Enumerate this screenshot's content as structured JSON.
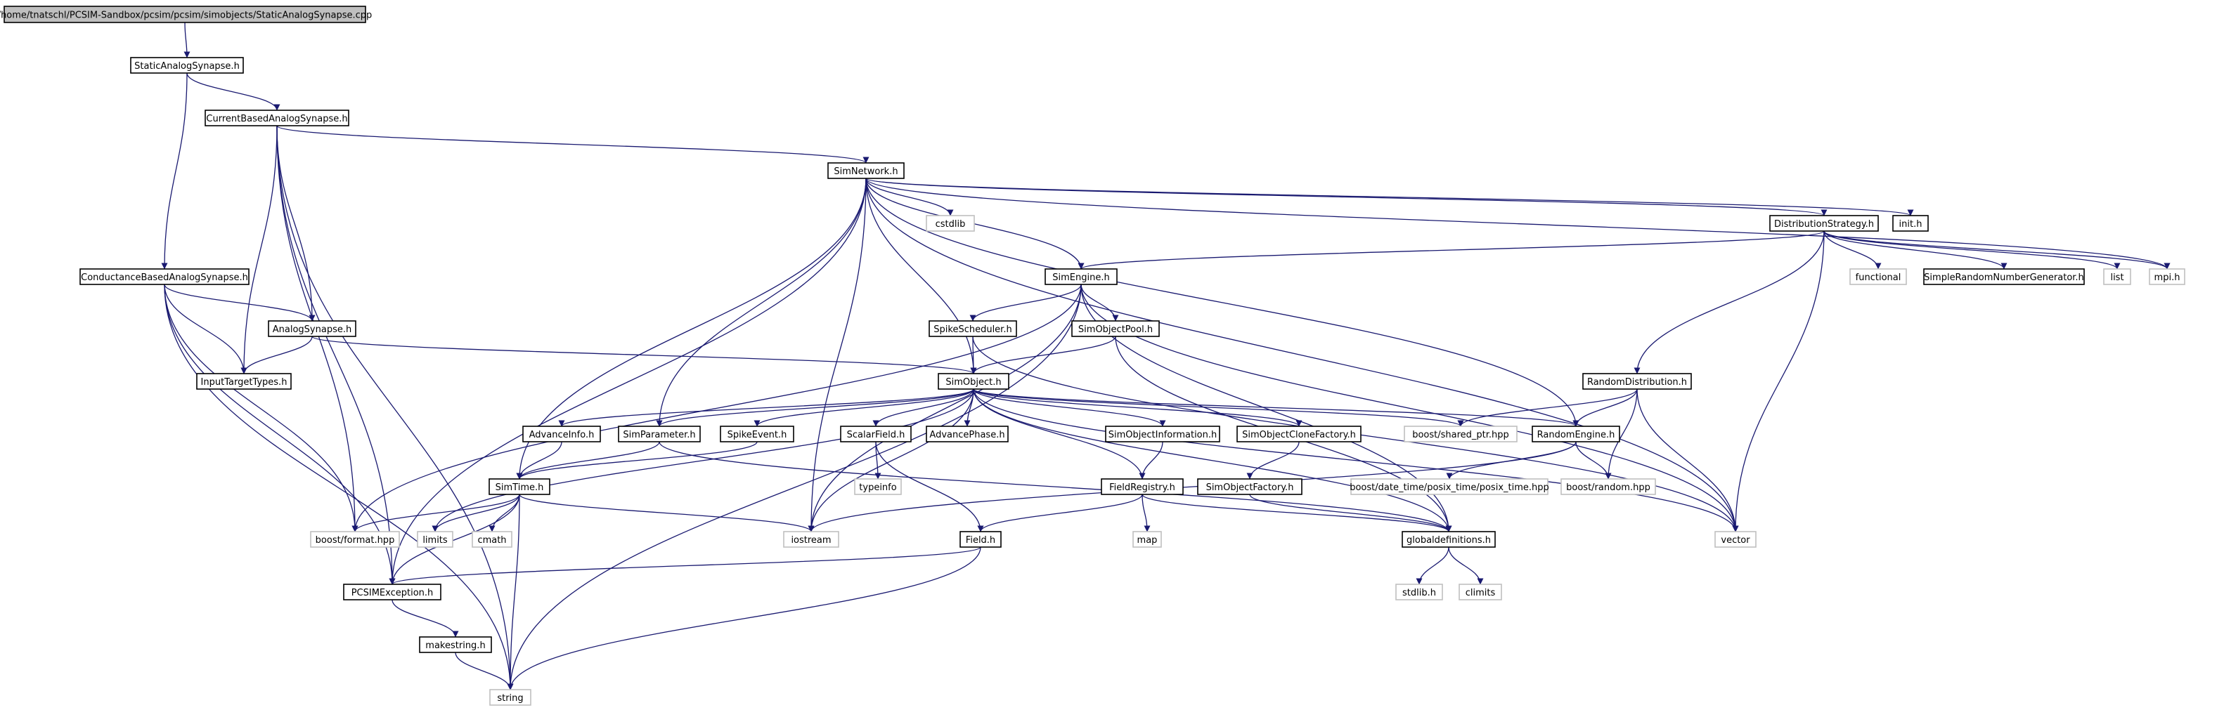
{
  "diagram": {
    "nodes": [
      {
        "id": "root",
        "label": "/home/tnatschl/PCSIM-Sandbox/pcsim/pcsim/simobjects/StaticAnalogSynapse.cpp",
        "kind": "root"
      },
      {
        "id": "static_analog_synapse_h",
        "label": "StaticAnalogSynapse.h",
        "kind": "local"
      },
      {
        "id": "current_based_analog_synapse_h",
        "label": "CurrentBasedAnalogSynapse.h",
        "kind": "local"
      },
      {
        "id": "conductance_based_analog_synapse_h",
        "label": "ConductanceBasedAnalogSynapse.h",
        "kind": "local"
      },
      {
        "id": "analog_synapse_h",
        "label": "AnalogSynapse.h",
        "kind": "local"
      },
      {
        "id": "input_target_types_h",
        "label": "InputTargetTypes.h",
        "kind": "local"
      },
      {
        "id": "sim_network_h",
        "label": "SimNetwork.h",
        "kind": "local"
      },
      {
        "id": "cstdlib",
        "label": "cstdlib",
        "kind": "system"
      },
      {
        "id": "distribution_strategy_h",
        "label": "DistributionStrategy.h",
        "kind": "local"
      },
      {
        "id": "init_h",
        "label": "init.h",
        "kind": "local"
      },
      {
        "id": "sim_engine_h",
        "label": "SimEngine.h",
        "kind": "local"
      },
      {
        "id": "functional",
        "label": "functional",
        "kind": "system"
      },
      {
        "id": "simple_rng_h",
        "label": "SimpleRandomNumberGenerator.h",
        "kind": "local"
      },
      {
        "id": "list",
        "label": "list",
        "kind": "system"
      },
      {
        "id": "mpi_h",
        "label": "mpi.h",
        "kind": "system"
      },
      {
        "id": "spike_scheduler_h",
        "label": "SpikeScheduler.h",
        "kind": "local"
      },
      {
        "id": "sim_object_pool_h",
        "label": "SimObjectPool.h",
        "kind": "local"
      },
      {
        "id": "sim_object_h",
        "label": "SimObject.h",
        "kind": "local"
      },
      {
        "id": "random_distribution_h",
        "label": "RandomDistribution.h",
        "kind": "local"
      },
      {
        "id": "advance_info_h",
        "label": "AdvanceInfo.h",
        "kind": "local"
      },
      {
        "id": "sim_parameter_h",
        "label": "SimParameter.h",
        "kind": "local"
      },
      {
        "id": "spike_event_h",
        "label": "SpikeEvent.h",
        "kind": "local"
      },
      {
        "id": "scalar_field_h",
        "label": "ScalarField.h",
        "kind": "local"
      },
      {
        "id": "advance_phase_h",
        "label": "AdvancePhase.h",
        "kind": "local"
      },
      {
        "id": "sim_object_information_h",
        "label": "SimObjectInformation.h",
        "kind": "local"
      },
      {
        "id": "sim_object_clone_factory_h",
        "label": "SimObjectCloneFactory.h",
        "kind": "local"
      },
      {
        "id": "boost_shared_ptr_hpp",
        "label": "boost/shared_ptr.hpp",
        "kind": "system"
      },
      {
        "id": "random_engine_h",
        "label": "RandomEngine.h",
        "kind": "local"
      },
      {
        "id": "typeinfo",
        "label": "typeinfo",
        "kind": "system"
      },
      {
        "id": "sim_time_h",
        "label": "SimTime.h",
        "kind": "local"
      },
      {
        "id": "field_registry_h",
        "label": "FieldRegistry.h",
        "kind": "local"
      },
      {
        "id": "sim_object_factory_h",
        "label": "SimObjectFactory.h",
        "kind": "local"
      },
      {
        "id": "boost_posix_time_hpp",
        "label": "boost/date_time/posix_time/posix_time.hpp",
        "kind": "system"
      },
      {
        "id": "boost_random_hpp",
        "label": "boost/random.hpp",
        "kind": "system"
      },
      {
        "id": "boost_format_hpp",
        "label": "boost/format.hpp",
        "kind": "system"
      },
      {
        "id": "limits",
        "label": "limits",
        "kind": "system"
      },
      {
        "id": "cmath",
        "label": "cmath",
        "kind": "system"
      },
      {
        "id": "iostream",
        "label": "iostream",
        "kind": "system"
      },
      {
        "id": "map",
        "label": "map",
        "kind": "system"
      },
      {
        "id": "global_definitions_h",
        "label": "globaldefinitions.h",
        "kind": "local"
      },
      {
        "id": "vector",
        "label": "vector",
        "kind": "system"
      },
      {
        "id": "field_h",
        "label": "Field.h",
        "kind": "local"
      },
      {
        "id": "pcsim_exception_h",
        "label": "PCSIMException.h",
        "kind": "local"
      },
      {
        "id": "stdlib_h",
        "label": "stdlib.h",
        "kind": "system"
      },
      {
        "id": "climits",
        "label": "climits",
        "kind": "system"
      },
      {
        "id": "makestring_h",
        "label": "makestring.h",
        "kind": "local"
      },
      {
        "id": "string",
        "label": "string",
        "kind": "system"
      }
    ],
    "edges": [
      [
        "root",
        "static_analog_synapse_h"
      ],
      [
        "static_analog_synapse_h",
        "current_based_analog_synapse_h"
      ],
      [
        "static_analog_synapse_h",
        "conductance_based_analog_synapse_h"
      ],
      [
        "current_based_analog_synapse_h",
        "sim_network_h"
      ],
      [
        "current_based_analog_synapse_h",
        "analog_synapse_h"
      ],
      [
        "current_based_analog_synapse_h",
        "input_target_types_h"
      ],
      [
        "current_based_analog_synapse_h",
        "boost_format_hpp"
      ],
      [
        "current_based_analog_synapse_h",
        "pcsim_exception_h"
      ],
      [
        "current_based_analog_synapse_h",
        "string"
      ],
      [
        "conductance_based_analog_synapse_h",
        "analog_synapse_h"
      ],
      [
        "conductance_based_analog_synapse_h",
        "input_target_types_h"
      ],
      [
        "conductance_based_analog_synapse_h",
        "boost_format_hpp"
      ],
      [
        "conductance_based_analog_synapse_h",
        "pcsim_exception_h"
      ],
      [
        "conductance_based_analog_synapse_h",
        "string"
      ],
      [
        "analog_synapse_h",
        "input_target_types_h"
      ],
      [
        "analog_synapse_h",
        "sim_object_h"
      ],
      [
        "sim_network_h",
        "cstdlib"
      ],
      [
        "sim_network_h",
        "init_h"
      ],
      [
        "sim_network_h",
        "distribution_strategy_h"
      ],
      [
        "sim_network_h",
        "sim_engine_h"
      ],
      [
        "sim_network_h",
        "mpi_h"
      ],
      [
        "sim_network_h",
        "vector"
      ],
      [
        "sim_network_h",
        "sim_object_h"
      ],
      [
        "sim_network_h",
        "sim_parameter_h"
      ],
      [
        "sim_network_h",
        "sim_time_h"
      ],
      [
        "sim_network_h",
        "iostream"
      ],
      [
        "sim_network_h",
        "pcsim_exception_h"
      ],
      [
        "sim_network_h",
        "random_engine_h"
      ],
      [
        "distribution_strategy_h",
        "sim_engine_h"
      ],
      [
        "distribution_strategy_h",
        "functional"
      ],
      [
        "distribution_strategy_h",
        "simple_rng_h"
      ],
      [
        "distribution_strategy_h",
        "list"
      ],
      [
        "distribution_strategy_h",
        "mpi_h"
      ],
      [
        "distribution_strategy_h",
        "random_distribution_h"
      ],
      [
        "distribution_strategy_h",
        "vector"
      ],
      [
        "sim_engine_h",
        "spike_scheduler_h"
      ],
      [
        "sim_engine_h",
        "sim_object_pool_h"
      ],
      [
        "sim_engine_h",
        "boost_format_hpp"
      ],
      [
        "sim_engine_h",
        "iostream"
      ],
      [
        "sim_engine_h",
        "global_definitions_h"
      ],
      [
        "sim_engine_h",
        "vector"
      ],
      [
        "sim_engine_h",
        "string"
      ],
      [
        "spike_scheduler_h",
        "sim_object_h"
      ],
      [
        "spike_scheduler_h",
        "vector"
      ],
      [
        "sim_object_pool_h",
        "sim_object_h"
      ],
      [
        "sim_object_pool_h",
        "global_definitions_h"
      ],
      [
        "sim_object_h",
        "advance_info_h"
      ],
      [
        "sim_object_h",
        "sim_parameter_h"
      ],
      [
        "sim_object_h",
        "spike_event_h"
      ],
      [
        "sim_object_h",
        "scalar_field_h"
      ],
      [
        "sim_object_h",
        "advance_phase_h"
      ],
      [
        "sim_object_h",
        "sim_object_information_h"
      ],
      [
        "sim_object_h",
        "sim_object_clone_factory_h"
      ],
      [
        "sim_object_h",
        "boost_shared_ptr_hpp"
      ],
      [
        "sim_object_h",
        "random_engine_h"
      ],
      [
        "sim_object_h",
        "field_registry_h"
      ],
      [
        "sim_object_h",
        "iostream"
      ],
      [
        "sim_object_h",
        "limits"
      ],
      [
        "sim_object_h",
        "global_definitions_h"
      ],
      [
        "sim_object_h",
        "vector"
      ],
      [
        "random_distribution_h",
        "boost_shared_ptr_hpp"
      ],
      [
        "random_distribution_h",
        "random_engine_h"
      ],
      [
        "random_distribution_h",
        "boost_random_hpp"
      ],
      [
        "random_distribution_h",
        "vector"
      ],
      [
        "advance_info_h",
        "sim_time_h"
      ],
      [
        "sim_parameter_h",
        "sim_time_h"
      ],
      [
        "sim_parameter_h",
        "global_definitions_h"
      ],
      [
        "spike_event_h",
        "sim_time_h"
      ],
      [
        "scalar_field_h",
        "typeinfo"
      ],
      [
        "scalar_field_h",
        "field_h"
      ],
      [
        "sim_object_information_h",
        "field_registry_h"
      ],
      [
        "sim_object_clone_factory_h",
        "sim_object_factory_h"
      ],
      [
        "random_engine_h",
        "boost_posix_time_hpp"
      ],
      [
        "random_engine_h",
        "boost_random_hpp"
      ],
      [
        "random_engine_h",
        "iostream"
      ],
      [
        "sim_time_h",
        "boost_format_hpp"
      ],
      [
        "sim_time_h",
        "limits"
      ],
      [
        "sim_time_h",
        "cmath"
      ],
      [
        "sim_time_h",
        "iostream"
      ],
      [
        "sim_time_h",
        "pcsim_exception_h"
      ],
      [
        "sim_time_h",
        "string"
      ],
      [
        "field_registry_h",
        "map"
      ],
      [
        "field_registry_h",
        "field_h"
      ],
      [
        "field_registry_h",
        "global_definitions_h"
      ],
      [
        "sim_object_factory_h",
        "global_definitions_h"
      ],
      [
        "field_h",
        "pcsim_exception_h"
      ],
      [
        "field_h",
        "string"
      ],
      [
        "global_definitions_h",
        "stdlib_h"
      ],
      [
        "global_definitions_h",
        "climits"
      ],
      [
        "pcsim_exception_h",
        "makestring_h"
      ],
      [
        "makestring_h",
        "string"
      ]
    ]
  }
}
